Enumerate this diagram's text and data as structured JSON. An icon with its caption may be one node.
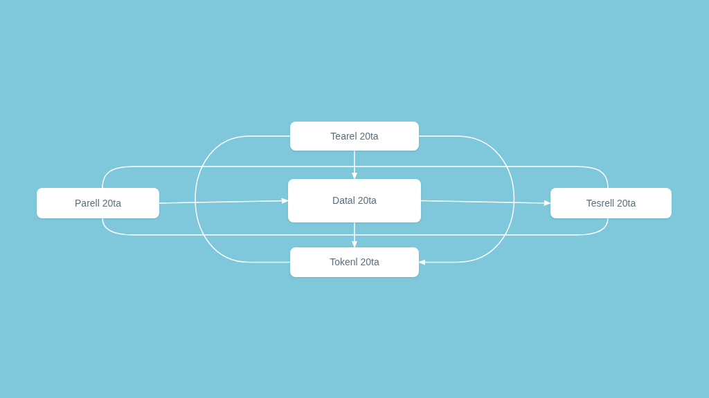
{
  "diagram": {
    "nodes": [
      {
        "text": [
          "Tearel 20ta"
        ]
      },
      {
        "text": [
          "Parell 20ta"
        ]
      },
      {
        "text": [
          "Datal 20ta"
        ]
      },
      {
        "text": [
          "Tesrell 20ta"
        ]
      },
      {
        "text": [
          "Tokenl 20ta"
        ]
      }
    ],
    "edges": [
      {
        "from": 0,
        "to": 2,
        "arrow": "to"
      },
      {
        "from": 2,
        "to": 4,
        "arrow": "to"
      },
      {
        "from": 1,
        "to": 2,
        "arrow": "to"
      },
      {
        "from": 2,
        "to": 3,
        "arrow": "to"
      },
      {
        "from": 0,
        "to": 4,
        "arrow": "none"
      },
      {
        "from": 0,
        "to": 4,
        "arrow": "to"
      },
      {
        "from": 1,
        "to": 3,
        "arrow": "none"
      },
      {
        "from": 1,
        "to": 3,
        "arrow": "none"
      }
    ]
  }
}
